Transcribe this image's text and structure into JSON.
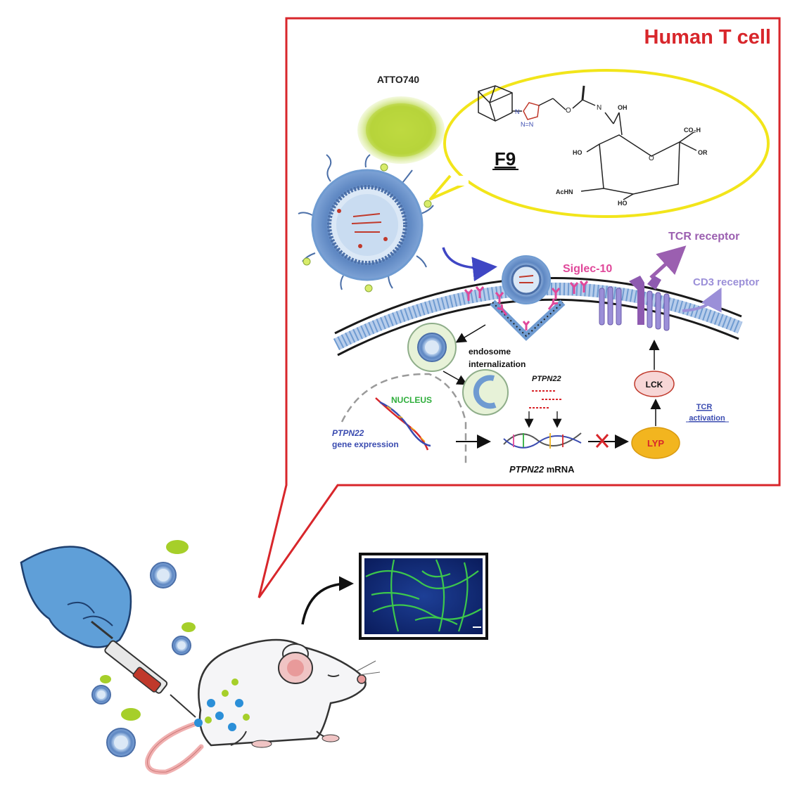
{
  "panel": {
    "title": "Human T cell",
    "frame_color": "#d8262b"
  },
  "labels": {
    "atto": "ATTO740",
    "f9": "F9",
    "siglec": "Siglec-10",
    "tcr_receptor": "TCR receptor",
    "cd3_receptor": "CD3 receptor",
    "endosome_line1": "endosome",
    "endosome_line2": "internalization",
    "nucleus": "NUCLEUS",
    "ptpn22_gene_line1": "PTPN22",
    "ptpn22_gene_line2": "gene expression",
    "ptpn22_sirna": "PTPN22",
    "ptpn22_mrna_italic": "PTPN22",
    "ptpn22_mrna_rest": " mRNA",
    "lck": "LCK",
    "lyp": "LYP",
    "tcr_activation_line1": "TCR",
    "tcr_activation_line2": "activation"
  },
  "chemistry": {
    "oh_top": "OH",
    "co2h": "CO₂H",
    "or": "OR",
    "ho_left": "HO",
    "achn": "AcHN",
    "ho_bottom": "HO",
    "o_ring": "O",
    "o_linker": "O",
    "n_triazole": "N",
    "n_triazole_bottom": "N=N",
    "nh": "N"
  },
  "colors": {
    "frame": "#d8262b",
    "speech_bubble": "#f2e51a",
    "atto_green": "#b9d63a",
    "membrane_blue": "#6f9bd1",
    "siglec_pink": "#e0489a",
    "tcr_purple": "#9b5fb0",
    "cd3_purple": "#9b8fd8",
    "arrow_blue": "#3f46c4",
    "lck_fill": "#f7d6d6",
    "lyp_fill": "#f2b51f",
    "nucleus_green": "#2fae3c",
    "text_blue": "#3a4bb0",
    "glove_blue": "#5f9fd8"
  },
  "icons": [
    "nanoparticle-icon",
    "atto740-dye-icon",
    "mouse-icon",
    "gloved-hand-icon",
    "syringe-icon",
    "microscopy-image-icon",
    "dna-helix-icon",
    "mrna-icon",
    "block-x-icon"
  ]
}
